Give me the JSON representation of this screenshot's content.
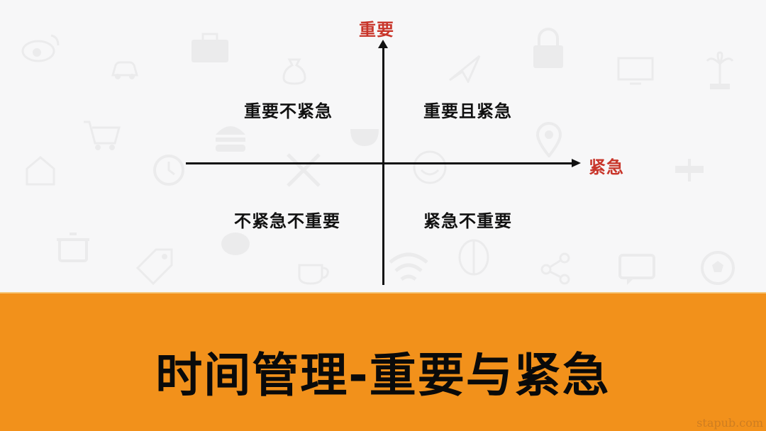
{
  "diagram": {
    "type": "quadrant-matrix",
    "y_axis": {
      "label": "重要",
      "color": "#c8352a"
    },
    "x_axis": {
      "label": "紧急",
      "color": "#c8352a"
    },
    "quadrants": {
      "top_left": "重要不紧急",
      "top_right": "重要且紧急",
      "bottom_left": "不紧急不重要",
      "bottom_right": "紧急不重要"
    },
    "axis_color": "#111111",
    "background_color": "#f7f7f8"
  },
  "background_icons": [
    "weibo-icon",
    "briefcase-icon",
    "car-icon",
    "money-bag-icon",
    "rocket-icon",
    "lock-icon",
    "monitor-icon",
    "palm-tree-icon",
    "shopping-cart-icon",
    "burger-icon",
    "home-icon",
    "alarm-clock-icon",
    "cutlery-icon",
    "bowl-icon",
    "location-pin-icon",
    "smile-icon",
    "dollar-icon",
    "cooking-pot-icon",
    "tag-icon",
    "piggy-bank-icon",
    "coffee-cup-icon",
    "wifi-icon",
    "brain-icon",
    "share-icon",
    "chat-icon",
    "soccer-ball-icon"
  ],
  "banner": {
    "title": "时间管理-重要与紧急",
    "background_color": "#f2911b",
    "text_color": "#0a0a0a"
  },
  "watermark": "stapub.com"
}
